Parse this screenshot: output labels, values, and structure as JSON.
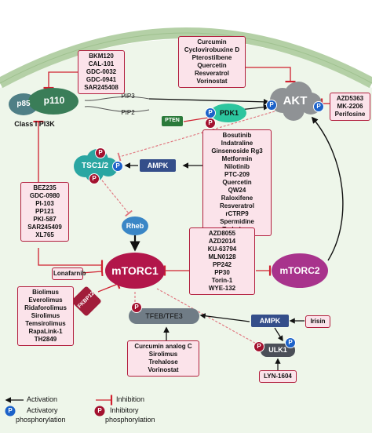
{
  "nodes": {
    "p85": "p85",
    "p110": "p110",
    "class_pi3k": "Class I PI3K",
    "pip3": "PIP3",
    "pip2": "PIP2",
    "pdk1": "PDK1",
    "pten": "PTEN",
    "akt": "AKT",
    "tsc": "TSC1/2",
    "ampk_top": "AMPK",
    "rheb": "Rheb",
    "mtorc1": "mTORC1",
    "mtorc2": "mTORC2",
    "lonafarnib": "Lonafarnib",
    "fkbp12": "FKBP12",
    "tfeb": "TFEB/TFE3",
    "ampk_bottom": "AMPK",
    "irisin": "Irisin",
    "ulk1": "ULK1",
    "lyn": "LYN-1604",
    "p": "P"
  },
  "inhibitor_lists": {
    "pi3k_top": [
      "BKM120",
      "CAL-101",
      "GDC-0032",
      "GDC-0941",
      "SAR245408"
    ],
    "akt_top": [
      "Curcumin",
      "Cyclovirobuxine D",
      "Pterostilbene",
      "Quercetin",
      "Resveratrol",
      "Vorinostat"
    ],
    "akt_right": [
      "AZD5363",
      "MK-2206",
      "Perifosine"
    ],
    "ampk_activators": [
      "Bosutinib",
      "Indatraline",
      "Ginsenoside Rg3",
      "Metformin",
      "Nilotinib",
      "PTC-209",
      "Quercetin",
      "QW24",
      "Raloxifene",
      "Resveratrol",
      "rCTRP9",
      "Spermidine",
      "Trehalose"
    ],
    "dual_left": [
      "BEZ235",
      "GDC-0980",
      "PI-103",
      "PP121",
      "PKI-587",
      "SAR245409",
      "XL765"
    ],
    "mtor_center": [
      "AZD8055",
      "AZD2014",
      "KU-63794",
      "MLN0128",
      "PP242",
      "PP30",
      "Torin-1",
      "WYE-132"
    ],
    "rapalogs": [
      "Biolimus",
      "Everolimus",
      "Ridaforolimus",
      "Sirolimus",
      "Temsirolimus",
      "RapaLink-1",
      "TH2849"
    ],
    "tfeb_activators": [
      "Curcumin analog C",
      "Sirolimus",
      "Trehalose",
      "Vorinostat"
    ]
  },
  "legend": {
    "activation": "Activation",
    "inhibition": "Inhibition",
    "activatory_1": "Activatory",
    "activatory_2": "phosphorylation",
    "inhibitory_1": "Inhibitory",
    "inhibitory_2": "phosphorylation"
  },
  "colors": {
    "membrane": "#a9c89a",
    "cell": "#eef5e8",
    "p110": "#3a7d58",
    "p85": "#4f7f86",
    "pdk1": "#2cc59e",
    "pten": "#2a7a3a",
    "akt": "#8f9295",
    "tsc": "#2aa6a2",
    "ampk": "#344e8a",
    "rheb": "#3a86c6",
    "mtorc1": "#b2164a",
    "mtorc2": "#a8338c",
    "fkbp12": "#a11d3a",
    "tfeb": "#707c86",
    "ulk1": "#4b4f58",
    "phos_activ": "#1c62c9",
    "phos_inhib": "#a3122f",
    "inhibit_line": "#d0202f"
  }
}
